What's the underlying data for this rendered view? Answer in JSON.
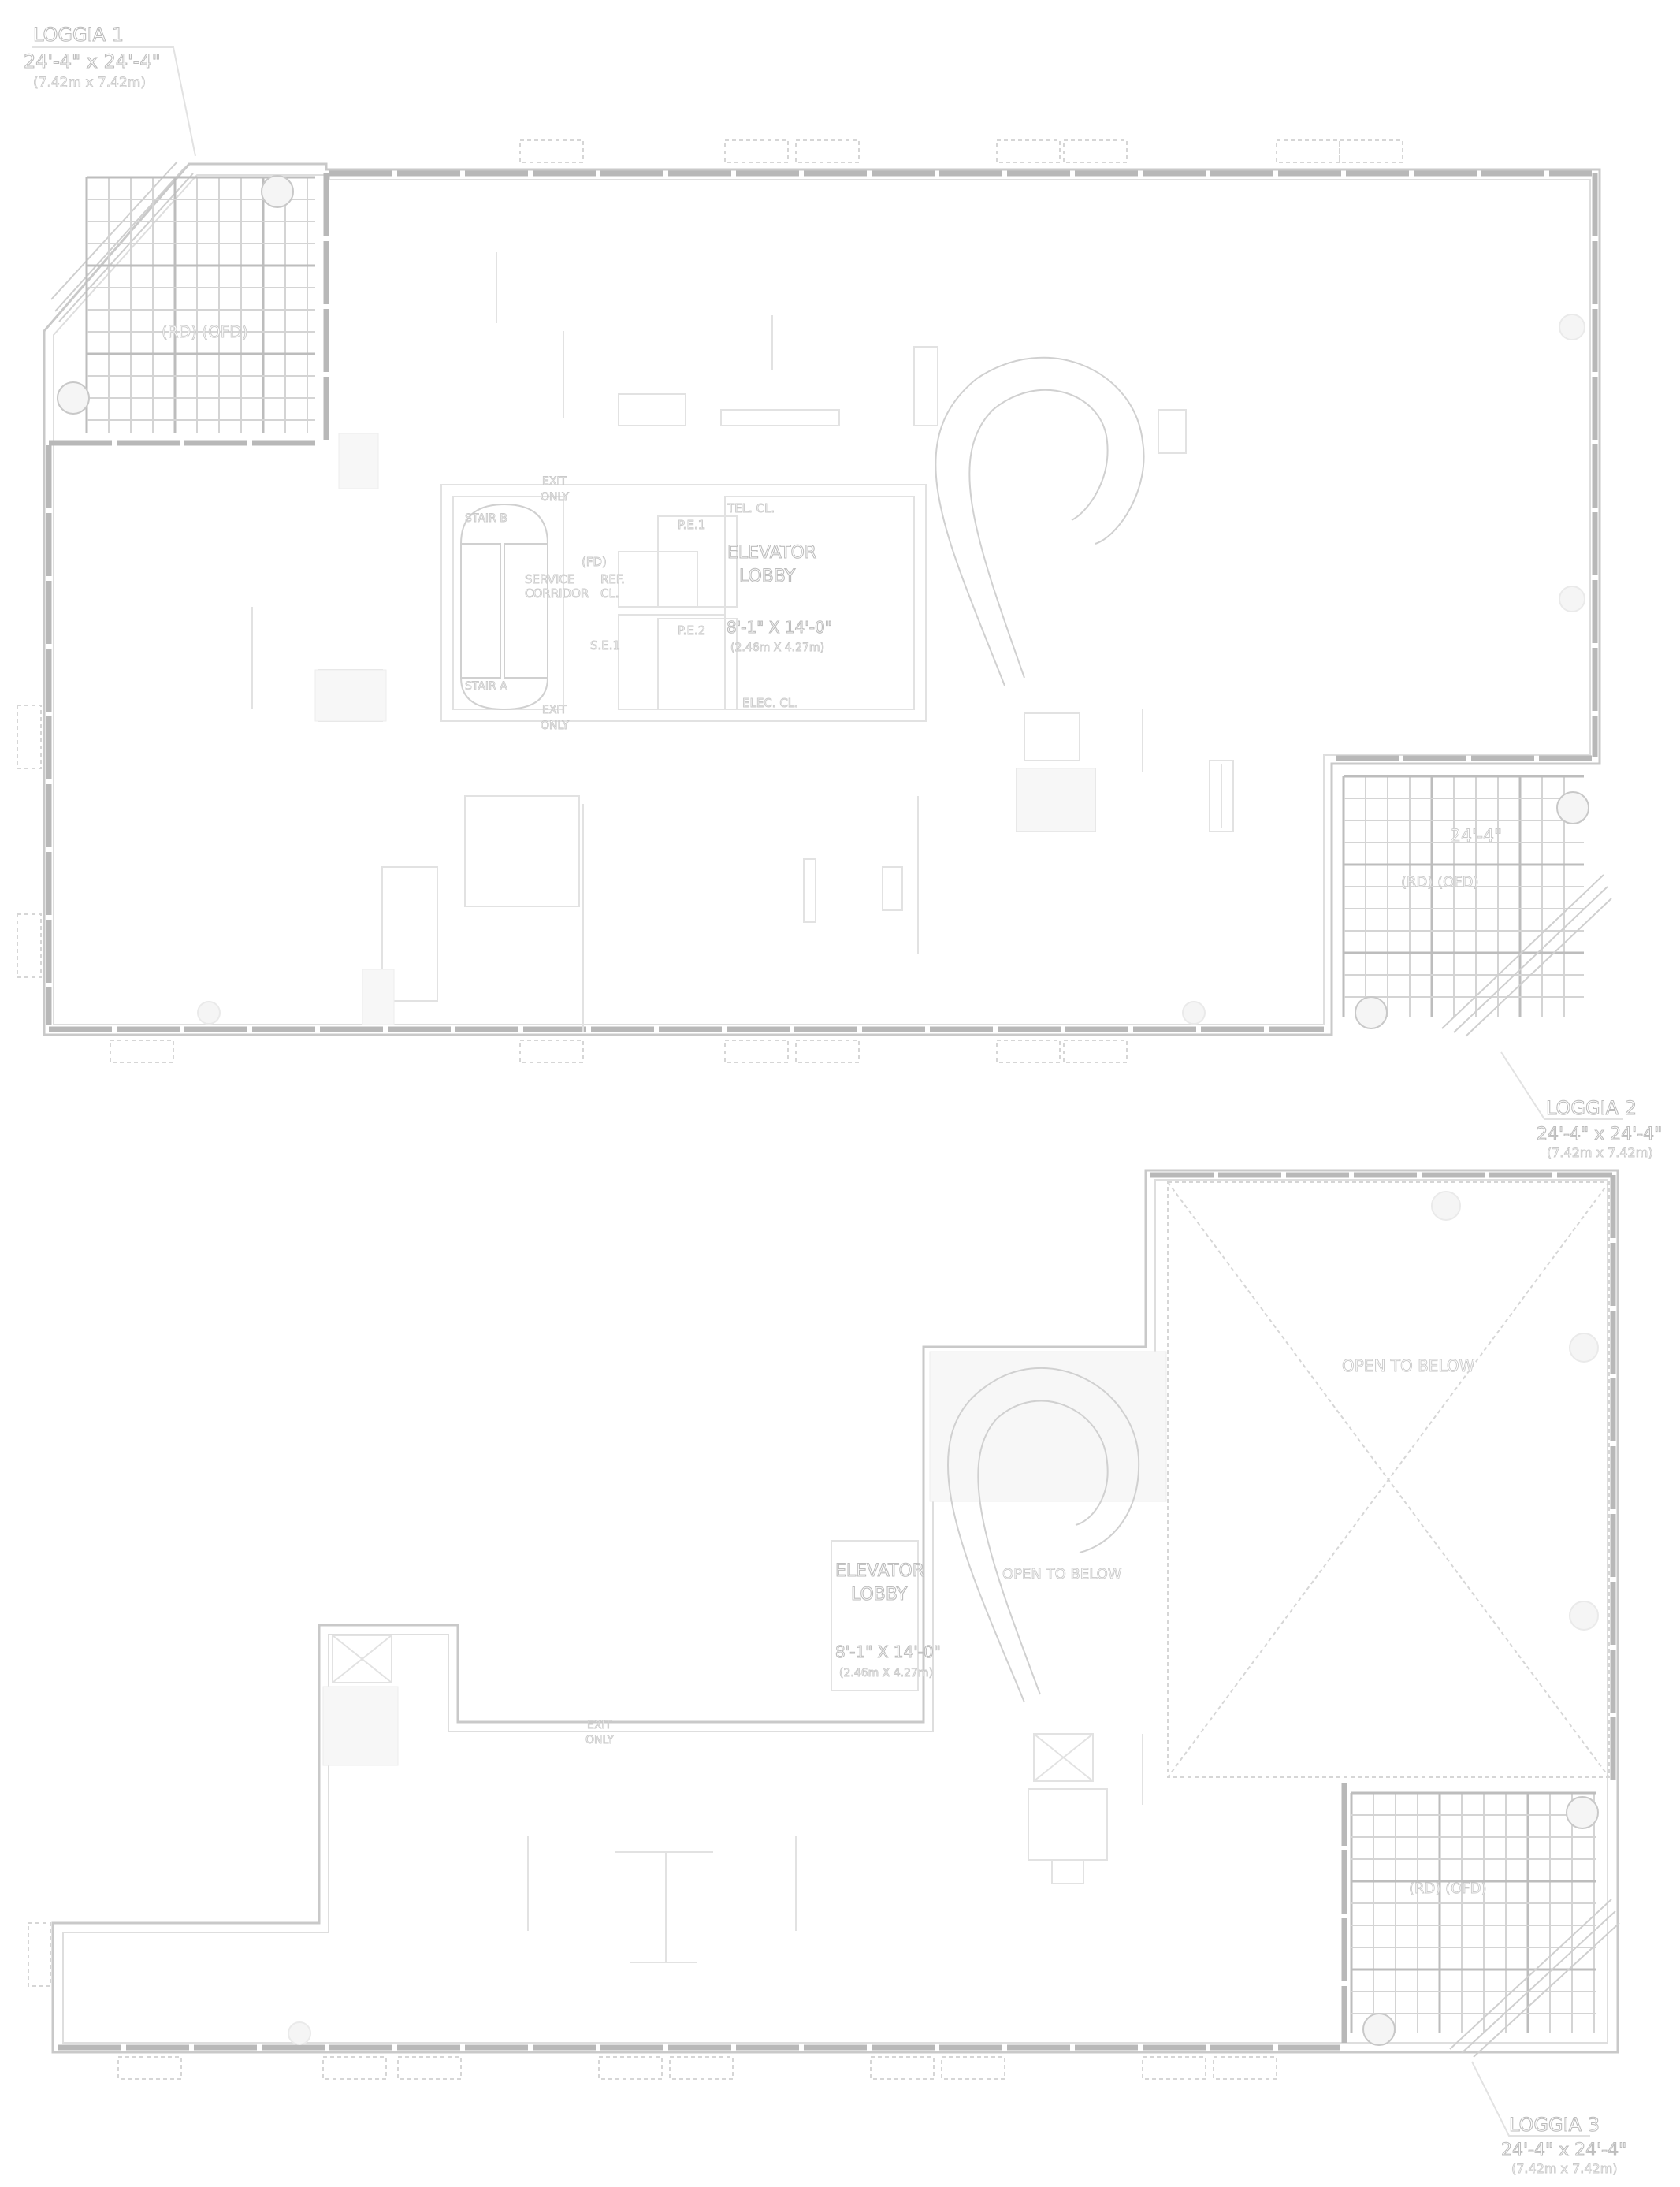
{
  "plan": {
    "upper_floor": {
      "loggia_1": {
        "name": "LOGGIA 1",
        "size_imperial": "24'-4\" x 24'-4\"",
        "size_metric": "(7.42m x 7.42m)",
        "drain_label": "(RD) (OFD)"
      },
      "loggia_2": {
        "name": "LOGGIA 2",
        "size_imperial": "24'-4\" x 24'-4\"",
        "size_metric": "(7.42m x 7.42m)",
        "dim_label": "24'-4\"",
        "drain_label": "(RD) (OFD)"
      },
      "core": {
        "stair_b": "STAIR B",
        "stair_a": "STAIR A",
        "service_corridor_1": "SERVICE",
        "service_corridor_2": "CORRIDOR",
        "fd": "(FD)",
        "ref_cl_1": "REF.",
        "ref_cl_2": "CL.",
        "pe1": "P.E.1",
        "pe2": "P.E.2",
        "se1": "S.E.1",
        "tel_cl": "TEL. CL.",
        "elec_cl": "ELEC. CL.",
        "elevator_lobby_1": "ELEVATOR",
        "elevator_lobby_2": "LOBBY",
        "lobby_size_imperial": "8'-1\" X 14'-0\"",
        "lobby_size_metric": "(2.46m X 4.27m)",
        "exit_top_1": "EXIT",
        "exit_top_2": "ONLY",
        "exit_bottom_1": "EXIT",
        "exit_bottom_2": "ONLY"
      }
    },
    "lower_floor": {
      "loggia_3": {
        "name": "LOGGIA 3",
        "size_imperial": "24'-4\" x 24'-4\"",
        "size_metric": "(7.42m x 7.42m)",
        "drain_label": "(RD) (OFD)"
      },
      "elevator_lobby_1": "ELEVATOR",
      "elevator_lobby_2": "LOBBY",
      "lobby_size_imperial": "8'-1\" X 14'-0\"",
      "lobby_size_metric": "(2.46m X 4.27m)",
      "open_to_below_stair": "OPEN TO BELOW",
      "open_to_below_double": "OPEN TO BELOW",
      "exit_1": "EXIT",
      "exit_2": "ONLY"
    },
    "colors": {
      "line": "#c9c9c9",
      "background": "#ffffff",
      "glazing": "#b8b8b8"
    }
  }
}
